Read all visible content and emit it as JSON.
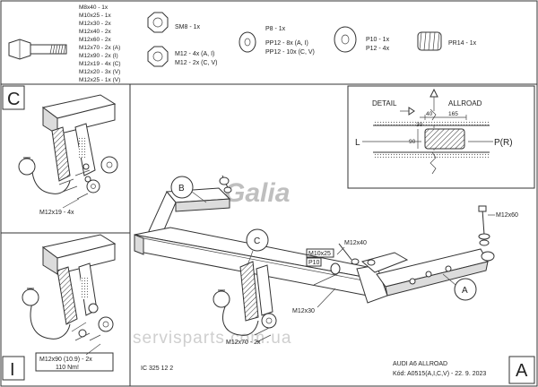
{
  "bolts_list": [
    "M8x40 - 1x",
    "M10x25 - 1x",
    "M12x30 - 2x",
    "M12x40 - 2x",
    "M12x60 - 2x",
    "M12x70 - 2x (A)",
    "M12x90 - 2x (I)",
    "M12x19 - 4x (C)",
    "M12x20 - 3x (V)",
    "M12x25 - 1x (V)"
  ],
  "nut_sm8": "SM8 - 1x",
  "nuts_m12": [
    "M12 - 4x (A, I)",
    "M12 - 2x (C, V)"
  ],
  "washers_p8": "P8 - 1x",
  "washers_pp12": [
    "PP12 - 8x (A, I)",
    "PP12 - 10x (C, V)"
  ],
  "washers_p10": [
    "P10 - 1x",
    "P12 - 4x"
  ],
  "spring_pr14": "PR14 - 1x",
  "panel_c_letter": "C",
  "panel_c_bolt": "M12x19 - 4x",
  "panel_i_letter": "I",
  "panel_i_bolt": [
    "M12x90 (10.9) - 2x",
    "110 Nm!"
  ],
  "detail_title": "DETAIL",
  "allroad_title": "ALLROAD",
  "dim_40": "40",
  "dim_165": "165",
  "dim_30": "30",
  "dim_90": "90",
  "side_l": "L",
  "side_pr": "P(R)",
  "label_a": "A",
  "label_b": "B",
  "label_c": "C",
  "bolt_m12x60": "M12x60",
  "bolt_m12x40": "M12x40",
  "bolt_m10x25": "M10x25",
  "washer_p10": "P10",
  "bolt_m12x30": "M12x30",
  "bolt_m12x70": "M12x70 - 2x",
  "brand_logo": "Galia",
  "watermark": "servisparts.com.ua",
  "code": "IC 325 12 2",
  "vehicle": "AUDI A6 ALLROAD",
  "kod": "Kód: A0515(A,I,C,V) - 22. 9. 2023",
  "corner_letter": "A"
}
